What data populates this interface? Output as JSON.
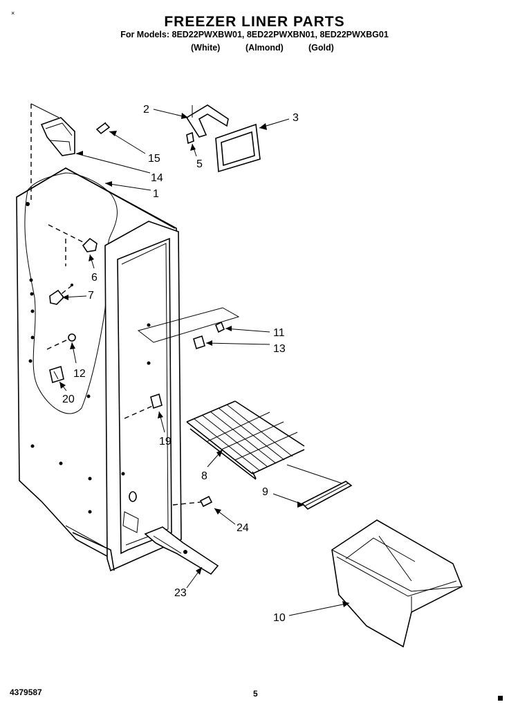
{
  "header": {
    "corner_mark": "×",
    "title": "FREEZER LINER PARTS",
    "models_line": "For Models: 8ED22PWXBW01, 8ED22PWXBN01, 8ED22PWXBG01",
    "colors": [
      "(White)",
      "(Almond)",
      "(Gold)"
    ]
  },
  "callouts": {
    "c1": "1",
    "c2": "2",
    "c3": "3",
    "c5": "5",
    "c6": "6",
    "c7": "7",
    "c8": "8",
    "c9": "9",
    "c10": "10",
    "c11": "11",
    "c12": "12",
    "c13": "13",
    "c14": "14",
    "c15": "15",
    "c19": "19",
    "c20": "20",
    "c23": "23",
    "c24": "24"
  },
  "footer": {
    "part_number": "4379587",
    "page_number": "5"
  }
}
